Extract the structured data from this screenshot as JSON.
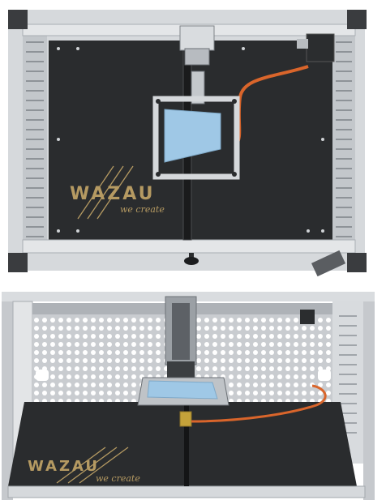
{
  "brand": {
    "name": "WAZAU",
    "tagline": "we create",
    "text_color": "#b59a62"
  },
  "colors": {
    "frame": "#d6d9dc",
    "frame_dark": "#9ea3a8",
    "baseplate": "#2a2c2e",
    "sample": "#9fc8e6",
    "hose": "#d9652b",
    "perforated": "#c9ccd0"
  },
  "views": [
    {
      "name": "top-view"
    },
    {
      "name": "perspective-view"
    }
  ]
}
